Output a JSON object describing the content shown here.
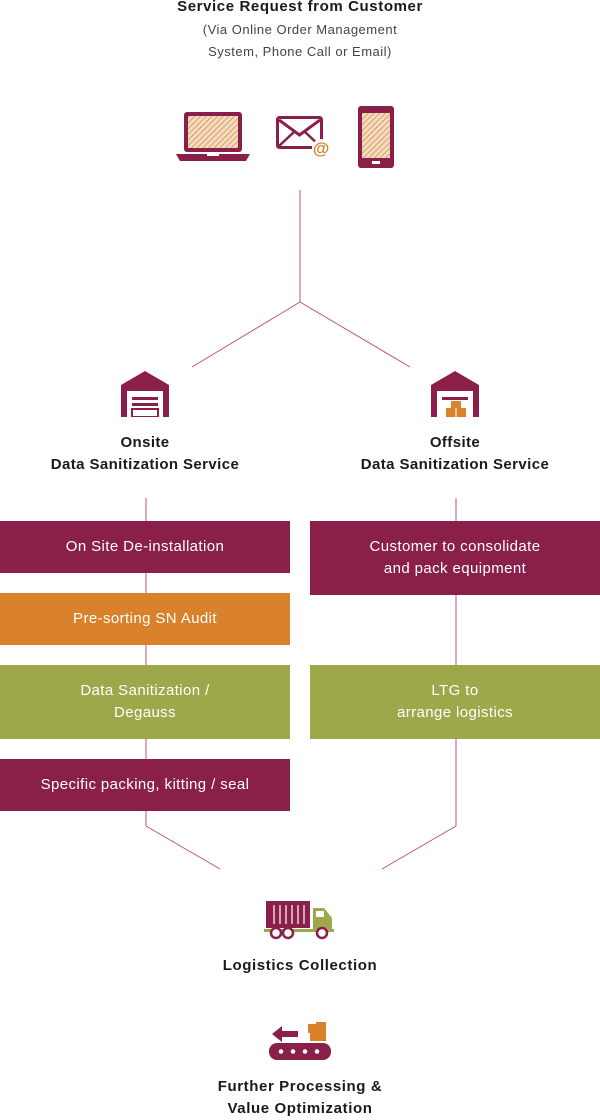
{
  "header": {
    "title": "Service Request from Customer",
    "subtitle_line1": "(Via Online Order Management",
    "subtitle_line2": "System, Phone Call or Email)"
  },
  "icons": {
    "laptop": "laptop-icon",
    "email": "email-at-icon",
    "phone": "mobile-phone-icon",
    "warehouse_onsite": "warehouse-icon",
    "warehouse_offsite": "warehouse-box-icon",
    "truck": "truck-icon",
    "conveyor": "conveyor-icon"
  },
  "onsite": {
    "title_line1": "Onsite",
    "title_line2": "Data Sanitization Service",
    "steps": [
      {
        "line1": "On Site De-installation",
        "line2": "",
        "color": "#8a1f4a"
      },
      {
        "line1": "Pre-sorting SN Audit",
        "line2": "",
        "color": "#d9822b"
      },
      {
        "line1": "Data Sanitization /",
        "line2": "Degauss",
        "color": "#9ea84a"
      },
      {
        "line1": "Specific packing, kitting / seal",
        "line2": "",
        "color": "#8a1f4a"
      }
    ]
  },
  "offsite": {
    "title_line1": "Offsite",
    "title_line2": "Data Sanitization Service",
    "steps": [
      {
        "line1": "Customer to consolidate",
        "line2": "and pack equipment",
        "color": "#8a1f4a"
      },
      {
        "line1": "LTG to",
        "line2": "arrange logistics",
        "color": "#9ea84a"
      }
    ]
  },
  "logistics": {
    "label": "Logistics Collection"
  },
  "further": {
    "line1": "Further Processing &",
    "line2": "Value Optimization"
  },
  "colors": {
    "maroon": "#8a1f4a",
    "orange": "#d9822b",
    "olive": "#9ea84a",
    "line": "#c0507a"
  }
}
